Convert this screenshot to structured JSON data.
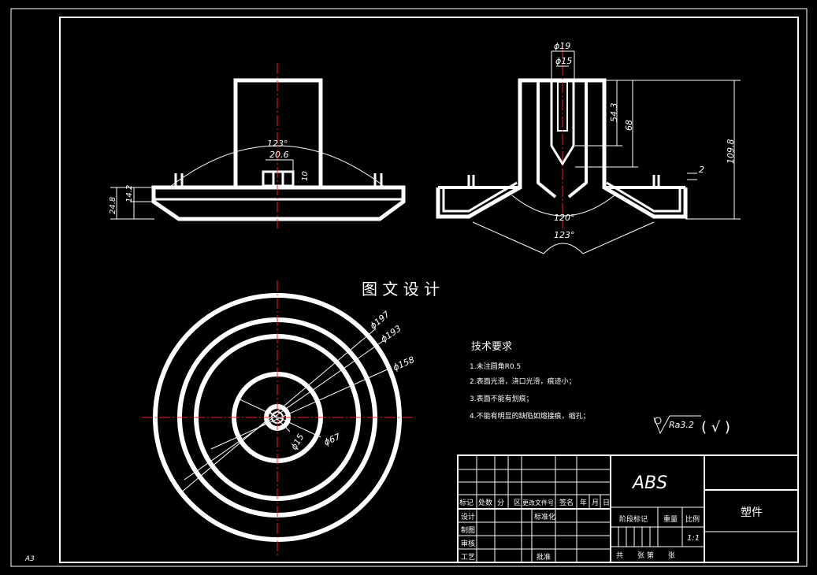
{
  "sheet": {
    "size_label": "A3",
    "watermark": "图 文 设 计"
  },
  "top_left_view": {
    "angle": "123°",
    "dim_width": "20.6",
    "dim_10": "10",
    "dim_14_2": "14.2",
    "dim_24_8": "24.8"
  },
  "top_right_view": {
    "dia_19": "ϕ19",
    "dia_15": "ϕ15",
    "dim_54_3": "54.3",
    "dim_68": "68",
    "dim_109_8": "109.8",
    "dim_2": "2",
    "angle_inner": "120°",
    "angle_outer": "123°"
  },
  "circle_view": {
    "d197": "ϕ197",
    "d193": "ϕ193",
    "d158": "ϕ158",
    "d67": "ϕ67",
    "d15": "ϕ15"
  },
  "tech_requirements": {
    "title": "技术要求",
    "items": [
      "1.未注圆角R0.5",
      "2.表面光滑，浇口光滑，痕迹小；",
      "3.表面不能有划痕；",
      "4.不能有明显的缺陷如熔接痕，缩孔；"
    ]
  },
  "roughness": {
    "value": "Ra3.2",
    "suffix": "( √ )"
  },
  "title_block": {
    "material": "ABS",
    "part_name": "塑件",
    "header_row": [
      "标记",
      "处数",
      "分",
      "区",
      "更改文件号",
      "签名",
      "年",
      "月",
      "日"
    ],
    "row_design": "设计",
    "row_standardize": "标准化",
    "row_drawing": "制图",
    "row_check": "审核",
    "row_process": "工艺",
    "row_approve": "批准",
    "stage_mark": "阶段标记",
    "weight": "重量",
    "scale": "比例",
    "scale_value": "1:1",
    "sheet_count": "共　　张 第　　张"
  }
}
